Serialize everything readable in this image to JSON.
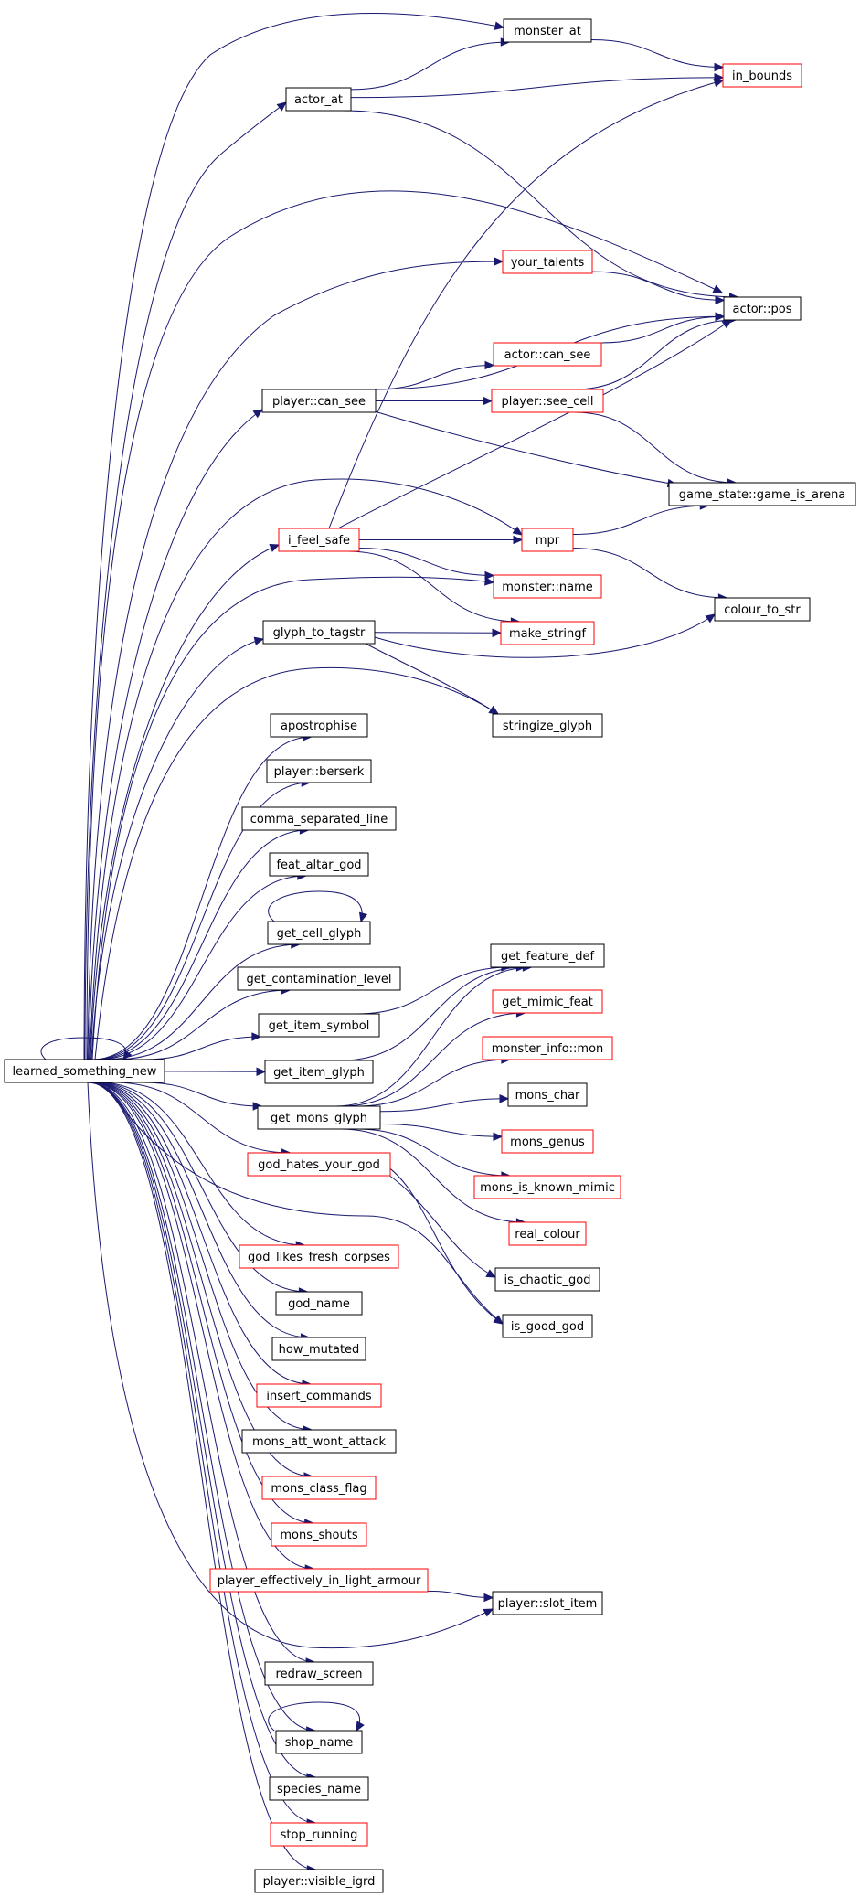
{
  "graph": {
    "root": "learned_something_new",
    "colors": {
      "root_fill": "#bfbfbf",
      "node_border": "#000000",
      "node_border_undocumented": "#ff0000",
      "edge": "#191970"
    },
    "nodes": [
      {
        "id": "root",
        "label": "learned_something_new",
        "border": "black",
        "root": true
      },
      {
        "id": "monster_at",
        "label": "monster_at",
        "border": "black"
      },
      {
        "id": "in_bounds",
        "label": "in_bounds",
        "border": "red"
      },
      {
        "id": "actor_at",
        "label": "actor_at",
        "border": "black"
      },
      {
        "id": "your_talents",
        "label": "your_talents",
        "border": "red"
      },
      {
        "id": "actor_pos",
        "label": "actor::pos",
        "border": "black"
      },
      {
        "id": "actor_can_see",
        "label": "actor::can_see",
        "border": "red"
      },
      {
        "id": "player_can_see",
        "label": "player::can_see",
        "border": "black"
      },
      {
        "id": "player_see_cell",
        "label": "player::see_cell",
        "border": "red"
      },
      {
        "id": "game_is_arena",
        "label": "game_state::game_is_arena",
        "border": "black"
      },
      {
        "id": "i_feel_safe",
        "label": "i_feel_safe",
        "border": "red"
      },
      {
        "id": "mpr",
        "label": "mpr",
        "border": "red"
      },
      {
        "id": "monster_name",
        "label": "monster::name",
        "border": "red"
      },
      {
        "id": "colour_to_str",
        "label": "colour_to_str",
        "border": "black"
      },
      {
        "id": "glyph_to_tagstr",
        "label": "glyph_to_tagstr",
        "border": "black"
      },
      {
        "id": "make_stringf",
        "label": "make_stringf",
        "border": "red"
      },
      {
        "id": "stringize_glyph",
        "label": "stringize_glyph",
        "border": "black"
      },
      {
        "id": "apostrophise",
        "label": "apostrophise",
        "border": "black"
      },
      {
        "id": "player_berserk",
        "label": "player::berserk",
        "border": "black"
      },
      {
        "id": "comma_separated_line",
        "label": "comma_separated_line",
        "border": "black"
      },
      {
        "id": "feat_altar_god",
        "label": "feat_altar_god",
        "border": "black"
      },
      {
        "id": "get_cell_glyph",
        "label": "get_cell_glyph",
        "border": "black"
      },
      {
        "id": "get_feature_def",
        "label": "get_feature_def",
        "border": "black"
      },
      {
        "id": "get_contamination_level",
        "label": "get_contamination_level",
        "border": "black"
      },
      {
        "id": "get_mimic_feat",
        "label": "get_mimic_feat",
        "border": "red"
      },
      {
        "id": "get_item_symbol",
        "label": "get_item_symbol",
        "border": "black"
      },
      {
        "id": "monster_info_mon",
        "label": "monster_info::mon",
        "border": "red"
      },
      {
        "id": "get_item_glyph",
        "label": "get_item_glyph",
        "border": "black"
      },
      {
        "id": "mons_char",
        "label": "mons_char",
        "border": "black"
      },
      {
        "id": "get_mons_glyph",
        "label": "get_mons_glyph",
        "border": "black"
      },
      {
        "id": "mons_genus",
        "label": "mons_genus",
        "border": "red"
      },
      {
        "id": "god_hates_your_god",
        "label": "god_hates_your_god",
        "border": "red"
      },
      {
        "id": "mons_is_known_mimic",
        "label": "mons_is_known_mimic",
        "border": "red"
      },
      {
        "id": "real_colour",
        "label": "real_colour",
        "border": "red"
      },
      {
        "id": "god_likes_fresh_corpses",
        "label": "god_likes_fresh_corpses",
        "border": "red"
      },
      {
        "id": "is_chaotic_god",
        "label": "is_chaotic_god",
        "border": "black"
      },
      {
        "id": "god_name",
        "label": "god_name",
        "border": "black"
      },
      {
        "id": "is_good_god",
        "label": "is_good_god",
        "border": "black"
      },
      {
        "id": "how_mutated",
        "label": "how_mutated",
        "border": "black"
      },
      {
        "id": "insert_commands",
        "label": "insert_commands",
        "border": "red"
      },
      {
        "id": "mons_att_wont_attack",
        "label": "mons_att_wont_attack",
        "border": "black"
      },
      {
        "id": "mons_class_flag",
        "label": "mons_class_flag",
        "border": "red"
      },
      {
        "id": "mons_shouts",
        "label": "mons_shouts",
        "border": "red"
      },
      {
        "id": "player_effectively_in_light_armour",
        "label": "player_effectively_in_light_armour",
        "border": "red"
      },
      {
        "id": "player_slot_item",
        "label": "player::slot_item",
        "border": "black"
      },
      {
        "id": "redraw_screen",
        "label": "redraw_screen",
        "border": "black"
      },
      {
        "id": "shop_name",
        "label": "shop_name",
        "border": "black"
      },
      {
        "id": "species_name",
        "label": "species_name",
        "border": "black"
      },
      {
        "id": "stop_running",
        "label": "stop_running",
        "border": "red"
      },
      {
        "id": "player_visible_igrd",
        "label": "player::visible_igrd",
        "border": "black"
      }
    ],
    "edges": [
      {
        "from": "root",
        "to": "root"
      },
      {
        "from": "root",
        "to": "monster_at"
      },
      {
        "from": "root",
        "to": "actor_at"
      },
      {
        "from": "root",
        "to": "actor_pos"
      },
      {
        "from": "root",
        "to": "your_talents"
      },
      {
        "from": "root",
        "to": "player_can_see"
      },
      {
        "from": "root",
        "to": "mpr"
      },
      {
        "from": "root",
        "to": "i_feel_safe"
      },
      {
        "from": "root",
        "to": "monster_name"
      },
      {
        "from": "root",
        "to": "glyph_to_tagstr"
      },
      {
        "from": "root",
        "to": "stringize_glyph"
      },
      {
        "from": "root",
        "to": "apostrophise"
      },
      {
        "from": "root",
        "to": "player_berserk"
      },
      {
        "from": "root",
        "to": "comma_separated_line"
      },
      {
        "from": "root",
        "to": "feat_altar_god"
      },
      {
        "from": "root",
        "to": "get_cell_glyph"
      },
      {
        "from": "root",
        "to": "get_contamination_level"
      },
      {
        "from": "root",
        "to": "get_item_symbol"
      },
      {
        "from": "root",
        "to": "get_item_glyph"
      },
      {
        "from": "root",
        "to": "get_mons_glyph"
      },
      {
        "from": "root",
        "to": "god_hates_your_god"
      },
      {
        "from": "root",
        "to": "is_good_god"
      },
      {
        "from": "root",
        "to": "god_likes_fresh_corpses"
      },
      {
        "from": "root",
        "to": "god_name"
      },
      {
        "from": "root",
        "to": "how_mutated"
      },
      {
        "from": "root",
        "to": "insert_commands"
      },
      {
        "from": "root",
        "to": "mons_att_wont_attack"
      },
      {
        "from": "root",
        "to": "mons_class_flag"
      },
      {
        "from": "root",
        "to": "mons_shouts"
      },
      {
        "from": "root",
        "to": "player_effectively_in_light_armour"
      },
      {
        "from": "root",
        "to": "player_slot_item"
      },
      {
        "from": "root",
        "to": "redraw_screen"
      },
      {
        "from": "root",
        "to": "shop_name"
      },
      {
        "from": "root",
        "to": "species_name"
      },
      {
        "from": "root",
        "to": "stop_running"
      },
      {
        "from": "root",
        "to": "player_visible_igrd"
      },
      {
        "from": "monster_at",
        "to": "in_bounds"
      },
      {
        "from": "actor_at",
        "to": "monster_at"
      },
      {
        "from": "actor_at",
        "to": "in_bounds"
      },
      {
        "from": "actor_at",
        "to": "actor_pos"
      },
      {
        "from": "your_talents",
        "to": "actor_pos"
      },
      {
        "from": "actor_can_see",
        "to": "actor_pos"
      },
      {
        "from": "player_see_cell",
        "to": "actor_pos"
      },
      {
        "from": "player_see_cell",
        "to": "game_is_arena"
      },
      {
        "from": "player_can_see",
        "to": "actor_pos"
      },
      {
        "from": "player_can_see",
        "to": "actor_can_see"
      },
      {
        "from": "player_can_see",
        "to": "player_see_cell"
      },
      {
        "from": "player_can_see",
        "to": "game_is_arena"
      },
      {
        "from": "i_feel_safe",
        "to": "in_bounds"
      },
      {
        "from": "i_feel_safe",
        "to": "actor_pos"
      },
      {
        "from": "i_feel_safe",
        "to": "mpr"
      },
      {
        "from": "i_feel_safe",
        "to": "monster_name"
      },
      {
        "from": "i_feel_safe",
        "to": "make_stringf"
      },
      {
        "from": "mpr",
        "to": "game_is_arena"
      },
      {
        "from": "mpr",
        "to": "colour_to_str"
      },
      {
        "from": "glyph_to_tagstr",
        "to": "make_stringf"
      },
      {
        "from": "glyph_to_tagstr",
        "to": "colour_to_str"
      },
      {
        "from": "glyph_to_tagstr",
        "to": "stringize_glyph"
      },
      {
        "from": "get_cell_glyph",
        "to": "get_cell_glyph"
      },
      {
        "from": "get_item_symbol",
        "to": "get_feature_def"
      },
      {
        "from": "get_item_glyph",
        "to": "get_feature_def"
      },
      {
        "from": "get_mons_glyph",
        "to": "get_feature_def"
      },
      {
        "from": "get_mons_glyph",
        "to": "get_mimic_feat"
      },
      {
        "from": "get_mons_glyph",
        "to": "monster_info_mon"
      },
      {
        "from": "get_mons_glyph",
        "to": "mons_char"
      },
      {
        "from": "get_mons_glyph",
        "to": "mons_genus"
      },
      {
        "from": "get_mons_glyph",
        "to": "mons_is_known_mimic"
      },
      {
        "from": "get_mons_glyph",
        "to": "real_colour"
      },
      {
        "from": "god_hates_your_god",
        "to": "is_chaotic_god"
      },
      {
        "from": "god_hates_your_god",
        "to": "is_good_god"
      },
      {
        "from": "player_effectively_in_light_armour",
        "to": "player_slot_item"
      },
      {
        "from": "shop_name",
        "to": "shop_name"
      }
    ]
  }
}
